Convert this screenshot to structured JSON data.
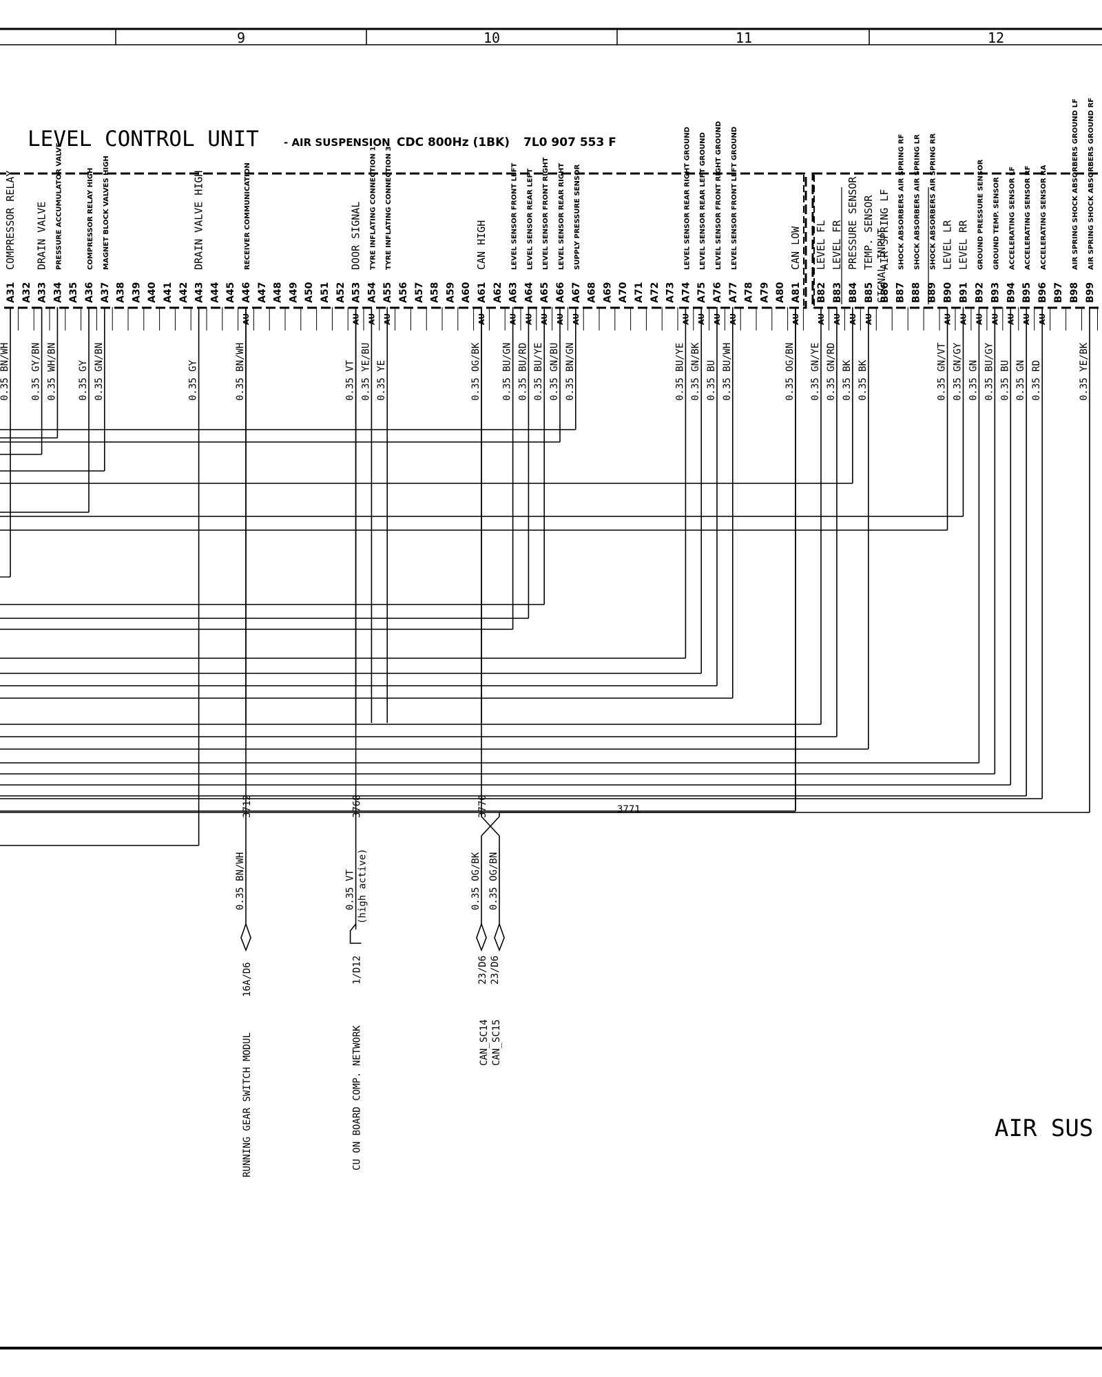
{
  "sheet": {
    "columns": [
      "9",
      "10",
      "11",
      "12"
    ],
    "title": "LEVEL CONTROL UNIT",
    "subtitle": "- AIR SUSPENSION",
    "variant": "CDC 800Hz (1BK)",
    "part_number": "7L0 907 553 F",
    "footer_title": "AIR SUS"
  },
  "connector_a": [
    {
      "id": "A31",
      "fn": "COMPRESSOR RELAY",
      "wire": "0.35 BN/WH"
    },
    {
      "id": "A32",
      "fn": "",
      "wire": ""
    },
    {
      "id": "A33",
      "fn": "DRAIN VALVE",
      "wire": "0.35 GY/BN"
    },
    {
      "id": "A34",
      "fn": "PRESSURE ACCUMULATOR VALVE",
      "wire": "0.35 WH/BN"
    },
    {
      "id": "A35",
      "fn": "",
      "wire": ""
    },
    {
      "id": "A36",
      "fn": "COMPRESSOR RELAY HIGH",
      "wire": "0.35 GY"
    },
    {
      "id": "A37",
      "fn": "MAGNET BLOCK VALVES HIGH",
      "wire": "0.35 GN/BN"
    },
    {
      "id": "A38",
      "fn": "",
      "wire": ""
    },
    {
      "id": "A39",
      "fn": "",
      "wire": ""
    },
    {
      "id": "A40",
      "fn": "",
      "wire": ""
    },
    {
      "id": "A41",
      "fn": "",
      "wire": ""
    },
    {
      "id": "A42",
      "fn": "",
      "wire": ""
    },
    {
      "id": "A43",
      "fn": "DRAIN VALVE HIGH",
      "wire": "0.35 GY"
    },
    {
      "id": "A44",
      "fn": "",
      "wire": ""
    },
    {
      "id": "A45",
      "fn": "",
      "wire": ""
    },
    {
      "id": "A46",
      "fn": "RECEIVER COMMUNICATION",
      "wire": "0.35 BN/WH"
    },
    {
      "id": "A47",
      "fn": "",
      "wire": ""
    },
    {
      "id": "A48",
      "fn": "",
      "wire": ""
    },
    {
      "id": "A49",
      "fn": "",
      "wire": ""
    },
    {
      "id": "A50",
      "fn": "",
      "wire": ""
    },
    {
      "id": "A51",
      "fn": "",
      "wire": ""
    },
    {
      "id": "A52",
      "fn": "",
      "wire": ""
    },
    {
      "id": "A53",
      "fn": "DOOR SIGNAL",
      "wire": "0.35 VT"
    },
    {
      "id": "A54",
      "fn": "TYRE INFLATING CONNECTION 1",
      "wire": "0.35 YE/BU"
    },
    {
      "id": "A55",
      "fn": "TYRE INFLATING CONNECTION 3",
      "wire": "0.35 YE"
    },
    {
      "id": "A56",
      "fn": "",
      "wire": ""
    },
    {
      "id": "A57",
      "fn": "",
      "wire": ""
    },
    {
      "id": "A58",
      "fn": "",
      "wire": ""
    },
    {
      "id": "A59",
      "fn": "",
      "wire": ""
    },
    {
      "id": "A60",
      "fn": "",
      "wire": ""
    },
    {
      "id": "A61",
      "fn": "CAN HIGH",
      "wire": "0.35 OG/BK"
    },
    {
      "id": "A62",
      "fn": "",
      "wire": ""
    },
    {
      "id": "A63",
      "fn": "LEVEL SENSOR FRONT LEFT",
      "wire": "0.35 BU/GN"
    },
    {
      "id": "A64",
      "fn": "LEVEL SENSOR REAR LEFT",
      "wire": "0.35 BU/RD"
    },
    {
      "id": "A65",
      "fn": "LEVEL SENSOR FRONT RIGHT",
      "wire": "0.35 BU/YE"
    },
    {
      "id": "A66",
      "fn": "LEVEL SENSOR REAR RIGHT",
      "wire": "0.35 GN/BU"
    },
    {
      "id": "A67",
      "fn": "SUPPLY PRESSURE SENSOR",
      "wire": "0.35 BN/GN"
    },
    {
      "id": "A68",
      "fn": "",
      "wire": ""
    },
    {
      "id": "A69",
      "fn": "",
      "wire": ""
    },
    {
      "id": "A70",
      "fn": "",
      "wire": ""
    },
    {
      "id": "A71",
      "fn": "",
      "wire": ""
    },
    {
      "id": "A72",
      "fn": "",
      "wire": ""
    },
    {
      "id": "A73",
      "fn": "",
      "wire": ""
    },
    {
      "id": "A74",
      "fn": "LEVEL SENSOR REAR RIGHT GROUND",
      "wire": "0.35 BU/YE"
    },
    {
      "id": "A75",
      "fn": "LEVEL SENSOR REAR LEFT GROUND",
      "wire": "0.35 GN/BK"
    },
    {
      "id": "A76",
      "fn": "LEVEL SENSOR FRONT RIGHT GROUND",
      "wire": "0.35 BU"
    },
    {
      "id": "A77",
      "fn": "LEVEL SENSOR FRONT LEFT GROUND",
      "wire": "0.35 BU/WH"
    },
    {
      "id": "A78",
      "fn": "",
      "wire": ""
    },
    {
      "id": "A79",
      "fn": "",
      "wire": ""
    },
    {
      "id": "A80",
      "fn": "",
      "wire": ""
    },
    {
      "id": "A81",
      "fn": "CAN LOW",
      "wire": "0.35 OG/BN"
    }
  ],
  "connector_b": [
    {
      "id": "B82",
      "fn": "LEVEL FL",
      "wire": "0.35 GN/YE"
    },
    {
      "id": "B83",
      "fn": "LEVEL FR",
      "wire": "0.35 GN/RD"
    },
    {
      "id": "B84",
      "fn": "PRESSURE SENSOR",
      "wire": "0.35 BK"
    },
    {
      "id": "B85",
      "fn": "TEMP. SENSOR",
      "wire": "0.35 BK"
    },
    {
      "id": "B86",
      "fn": "AIR SPRING LF",
      "wire": ""
    },
    {
      "id": "B87",
      "fn": "SHOCK ABSORBERS AIR SPRING RF",
      "wire": ""
    },
    {
      "id": "B88",
      "fn": "SHOCK ABSORBERS AIR SPRING LR",
      "wire": ""
    },
    {
      "id": "B89",
      "fn": "SHOCK ABSORBERS AIR SPRING RR",
      "wire": ""
    },
    {
      "id": "B90",
      "fn": "LEVEL LR",
      "wire": "0.35 GN/VT"
    },
    {
      "id": "B91",
      "fn": "LEVEL RR",
      "wire": "0.35 GN/GY"
    },
    {
      "id": "B92",
      "fn": "GROUND PRESSURE SENSOR",
      "wire": "0.35 GN"
    },
    {
      "id": "B93",
      "fn": "GROUND TEMP. SENSOR",
      "wire": "0.35 BU/GY"
    },
    {
      "id": "B94",
      "fn": "ACCELERATING SENSOR LF",
      "wire": "0.35 BU"
    },
    {
      "id": "B95",
      "fn": "ACCELERATING SENSOR RF",
      "wire": "0.35 GN"
    },
    {
      "id": "B96",
      "fn": "ACCELERATING SENSOR RA",
      "wire": "0.35 RD"
    },
    {
      "id": "B97",
      "fn": "",
      "wire": ""
    },
    {
      "id": "B98",
      "fn": "AIR SPRING SHOCK ABSORBERS GROUND LF",
      "wire": ""
    },
    {
      "id": "B99",
      "fn": "AIR SPRING SHOCK ABSORBERS GROUND RF",
      "wire": "0.35 YE/BK"
    }
  ],
  "signal_input_label": "SIGNAL INPUT",
  "au_mark": "AU",
  "destinations": [
    {
      "code": "3712",
      "wire": "0.35 BN/WH",
      "location": "16A/D6",
      "name": "RUNNING GEAR SWITCH MODUL"
    },
    {
      "code": "3768",
      "wire": "0.35 VT",
      "note": "(high active)",
      "location": "1/D12",
      "name": "CU ON BOARD COMP. NETWORK"
    },
    {
      "code": "3770",
      "wire": "0.35 OG/BK",
      "wire2": "0.35 OG/BN",
      "location": "23/D6",
      "location2": "23/D6",
      "name": "CAN_SC14",
      "name2": "CAN_SC15"
    }
  ],
  "splice_label": "3771"
}
